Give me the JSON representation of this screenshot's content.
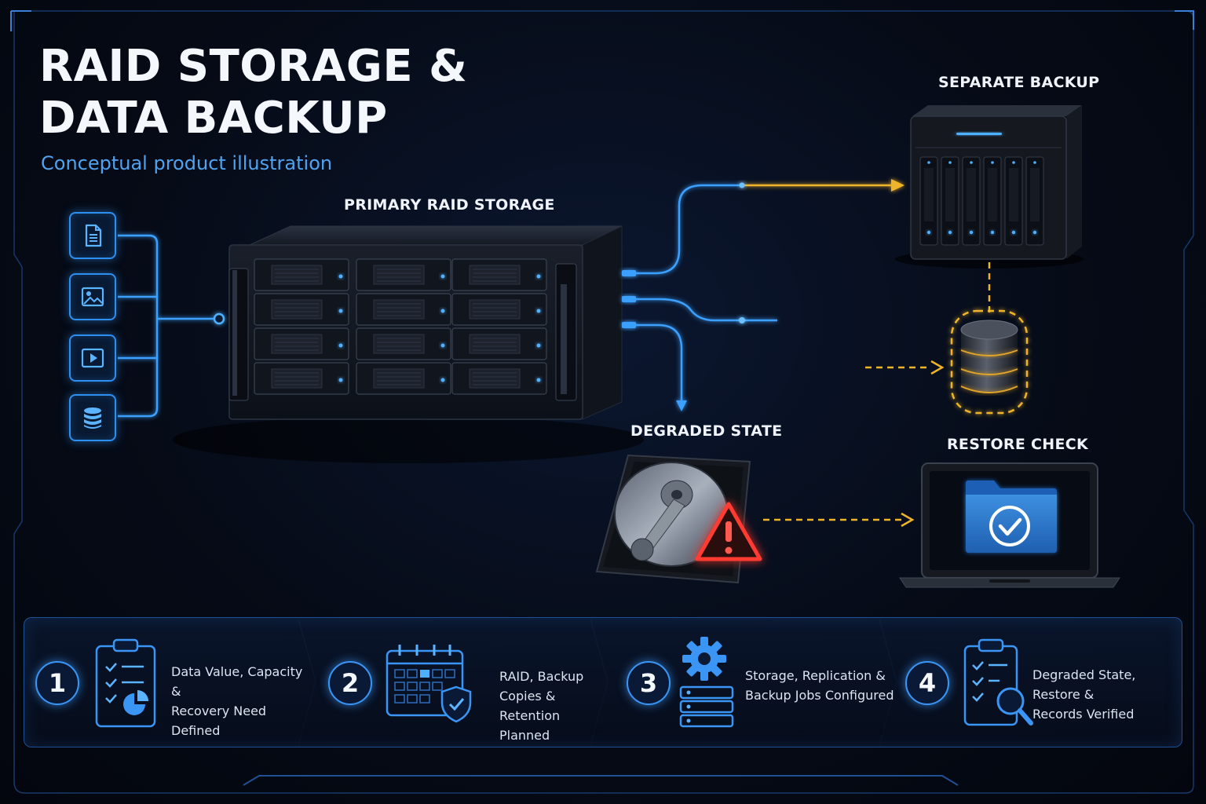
{
  "header": {
    "title_line1": "RAID STORAGE &",
    "title_line2": "DATA BACKUP",
    "subtitle": "Conceptual product illustration"
  },
  "diagram": {
    "primary_label": "PRIMARY RAID STORAGE",
    "backup_label": "SEPARATE BACKUP",
    "degraded_label": "DEGRADED STATE",
    "restore_label": "RESTORE CHECK",
    "source_icons": [
      "document-icon",
      "image-icon",
      "video-icon",
      "database-icon"
    ]
  },
  "steps": [
    {
      "number": "1",
      "line1": "Data Value, Capacity &",
      "line2": "Recovery Need Defined",
      "icon": "clipboard-chart-icon"
    },
    {
      "number": "2",
      "line1": "RAID, Backup Copies &",
      "line2": "Retention Planned",
      "icon": "calendar-shield-icon"
    },
    {
      "number": "3",
      "line1": "Storage, Replication &",
      "line2": "Backup Jobs Configured",
      "icon": "gear-server-icon"
    },
    {
      "number": "4",
      "line1": "Degraded State, Restore &",
      "line2": "Records Verified",
      "icon": "clipboard-search-icon"
    }
  ],
  "colors": {
    "accent_blue": "#2f8ff0",
    "accent_gold": "#f0b429",
    "warning_red": "#e8322c"
  }
}
